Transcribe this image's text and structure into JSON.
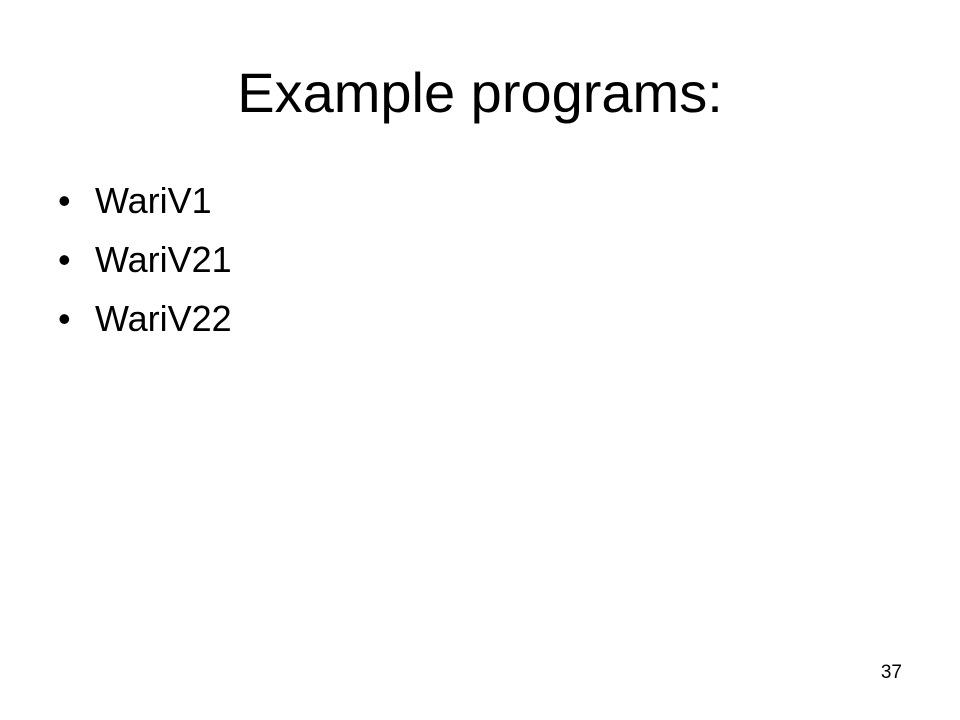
{
  "slide": {
    "title": "Example programs:",
    "bullets": [
      "WariV1",
      "WariV21",
      "WariV22"
    ],
    "bullet_glyph": "•",
    "page_number": "37"
  },
  "colors": {
    "background": "#ffffff",
    "text": "#000000"
  }
}
